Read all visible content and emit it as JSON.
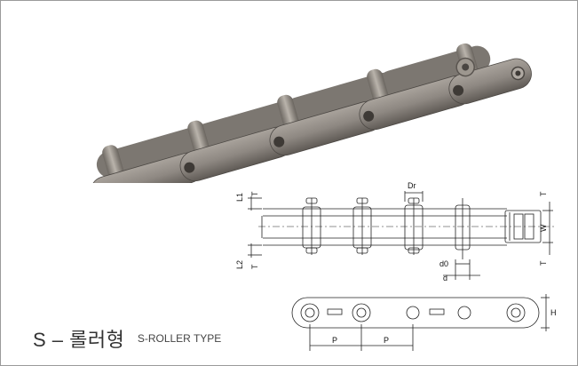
{
  "caption": {
    "korean": "S – 롤러형",
    "english": "S-ROLLER TYPE"
  },
  "dimensions": {
    "dr": "Dr",
    "l1": "L1",
    "l2": "L2",
    "t_top_left": "T",
    "t_bottom_left": "T",
    "t_top_right": "T",
    "t_bottom_right": "T",
    "w": "W",
    "d0": "d0",
    "d": "d",
    "h": "H",
    "p1": "P",
    "p2": "P"
  },
  "colors": {
    "steel": "#8f8a84",
    "steel_dark": "#5e5a55",
    "steel_light": "#b8b3ac",
    "line": "#222222",
    "border": "#9a9a9a"
  }
}
